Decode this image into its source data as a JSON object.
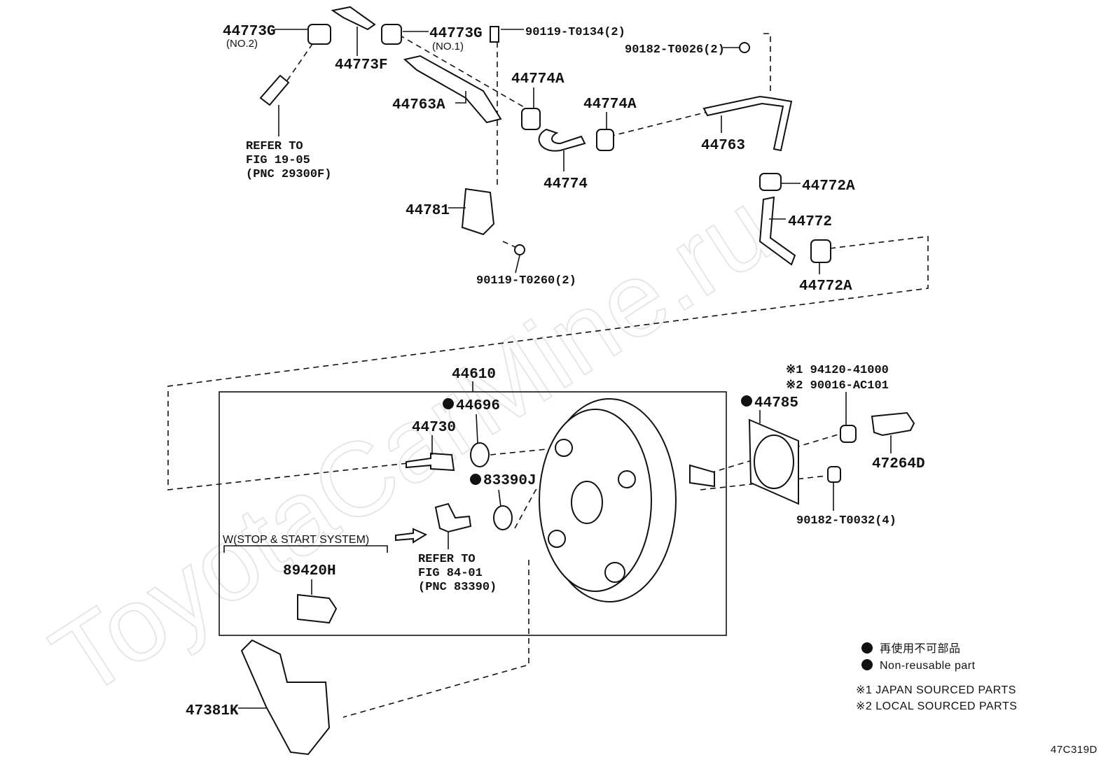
{
  "watermark": "ToyotaCarMine.ru",
  "labels": {
    "p44773g_no2": "44773G",
    "p44773g_no2_sub": "(NO.2)",
    "p44773f": "44773F",
    "p44773g_no1": "44773G",
    "p44773g_no1_sub": "(NO.1)",
    "p90119_t0134": "90119-T0134(2)",
    "p90182_t0026": "90182-T0026(2)",
    "p44774a_1": "44774A",
    "p44763a": "44763A",
    "p44774a_2": "44774A",
    "refer1": [
      "REFER TO",
      "FIG 19-05",
      "(PNC 29300F)"
    ],
    "p44763": "44763",
    "p44774": "44774",
    "p44772a_1": "44772A",
    "p44781": "44781",
    "p44772": "44772",
    "p90119_t0260": "90119-T0260(2)",
    "p44772a_2": "44772A",
    "p44610": "44610",
    "p94120": "※1 94120-41000",
    "p90016": "※2 90016-AC101",
    "p44696": "44696",
    "p44785": "44785",
    "p44730": "44730",
    "p47264d": "47264D",
    "p83390j": "83390J",
    "p90182_t0032": "90182-T0032(4)",
    "stop_start": "W(STOP & START SYSTEM)",
    "refer2": [
      "REFER TO",
      "FIG 84-01",
      "(PNC 83390)"
    ],
    "p89420h": "89420H",
    "p47381k": "47381K"
  },
  "legend": {
    "non_reusable_jp": "再使用不可部品",
    "non_reusable_en": "Non-reusable part",
    "note1": "※1 JAPAN SOURCED PARTS",
    "note2": "※2 LOCAL SOURCED PARTS"
  },
  "figure_code": "47C319D"
}
